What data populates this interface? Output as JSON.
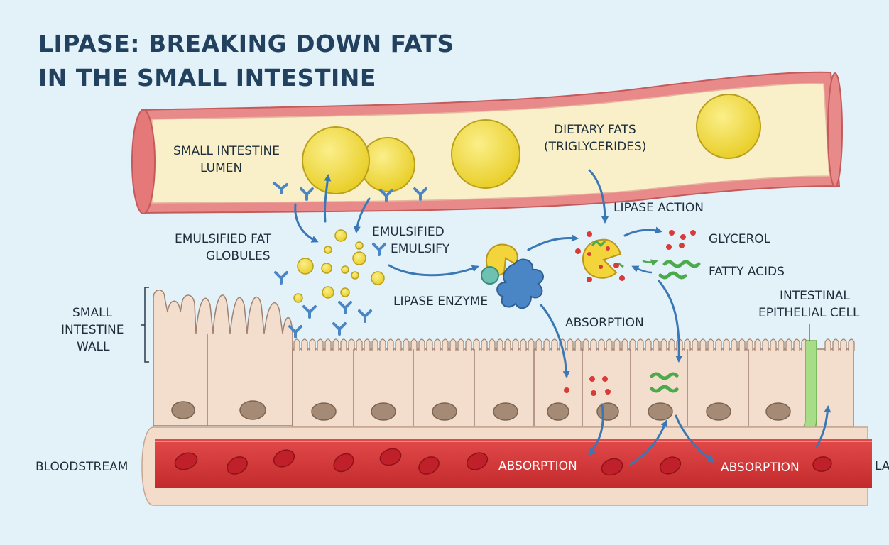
{
  "title": {
    "line1": "LIPASE: BREAKING DOWN FATS",
    "line2": "IN THE SMALL INTESTINE"
  },
  "labels": {
    "lumen_1": "SMALL INTESTINE",
    "lumen_2": "LUMEN",
    "dietary_1": "DIETARY FATS",
    "dietary_2": "(TRIGLYCERIDES)",
    "lipase_action": "LIPASE ACTION",
    "emulsified_fat_1": "EMULSIFIED FAT",
    "emulsified_fat_2": "GLOBULES",
    "emulsified_1": "EMULSIFIED",
    "emulsified_2": "EMULSIFY",
    "glycerol": "GLYCEROL",
    "fatty_acids": "FATTY ACIDS",
    "lipase_enzyme": "LIPASE ENZYME",
    "absorption_top": "ABSORPTION",
    "epithelial_1": "INTESTINAL",
    "epithelial_2": "EPITHELIAL CELL",
    "wall_1": "SMALL",
    "wall_2": "INTESTINE",
    "wall_3": "WALL",
    "bloodstream": "BLOODSTREAM",
    "absorption_blood_1": "ABSORPTION",
    "absorption_blood_2": "ABSORPTION",
    "lacteal_partial": "LA"
  },
  "colors": {
    "background": "#e3f1f9",
    "title": "#21415f",
    "lumen_wall": "#e98a8a",
    "lumen_inner": "#f9efc8",
    "fat_globule": "#f3df4a",
    "enzyme": "#4a86c5",
    "arrow": "#3a78b5",
    "glycerol": "#d93a3a",
    "fatty_acid": "#4caa4c",
    "cell": "#f3ddcc",
    "nucleus": "#a58a76",
    "blood": "#d8383a",
    "rbc": "#c0202a",
    "lacteal": "#a6dd86"
  }
}
